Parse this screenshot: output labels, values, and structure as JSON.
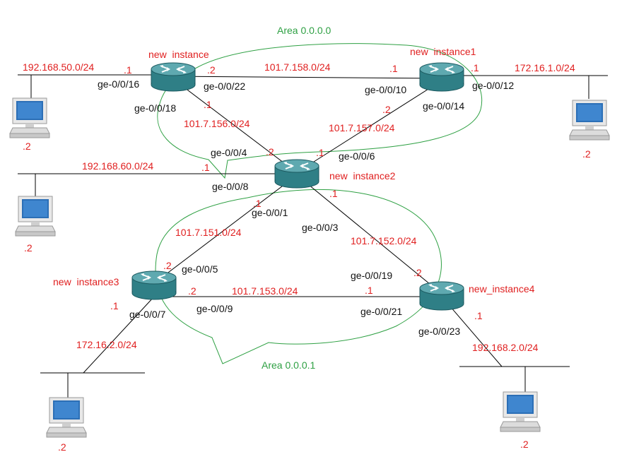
{
  "colors": {
    "net": "#e02020",
    "iface": "#111111",
    "area": "#2ea043",
    "line": "#000000",
    "area_outline": "#2ea043",
    "router_body": "#2f7f86",
    "router_top": "#5fa9b0"
  },
  "areas": {
    "area0": "Area 0.0.0.0",
    "area1": "Area 0.0.0.1"
  },
  "routers": {
    "r0": "new  instance",
    "r1": "new  instance1",
    "r2": "new  instance2",
    "r3": "new  instance3",
    "r4": "new_instance4"
  },
  "networks": {
    "n_50": "192.168.50.0/24",
    "n_158": "101.7.158.0/24",
    "n_172_1": "172.16.1.0/24",
    "n_156": "101.7.156.0/24",
    "n_157": "101.7.157.0/24",
    "n_60": "192.168.60.0/24",
    "n_151": "101.7.151.0/24",
    "n_152": "101.7.152.0/24",
    "n_153": "101.7.153.0/24",
    "n_172_2": "172.16.2.0/24",
    "n_2": "192.168.2.0/24"
  },
  "interfaces": {
    "r0_g16": "ge-0/0/16",
    "r0_g22": "ge-0/0/22",
    "r0_g18": "ge-0/0/18",
    "r1_g10": "ge-0/0/10",
    "r1_g12": "ge-0/0/12",
    "r1_g14": "ge-0/0/14",
    "r2_g4": "ge-0/0/4",
    "r2_g6": "ge-0/0/6",
    "r2_g8": "ge-0/0/8",
    "r2_g1": "ge-0/0/1",
    "r2_g3": "ge-0/0/3",
    "r3_g5": "ge-0/0/5",
    "r3_g7": "ge-0/0/7",
    "r3_g9": "ge-0/0/9",
    "r4_g19": "ge-0/0/19",
    "r4_g21": "ge-0/0/21",
    "r4_g23": "ge-0/0/23"
  },
  "host_octets": {
    "h_r0_50": ".1",
    "h_r0_158": ".2",
    "h_r1_158": ".1",
    "h_r1_172": ".1",
    "h_r0_156": ".1",
    "h_r2_156": ".2",
    "h_r1_157": ".2",
    "h_r2_157": ".1",
    "h_r2_60": ".1",
    "h_r2_151": ".1",
    "h_r2_152": ".1",
    "h_r3_151": ".2",
    "h_r4_152": ".2",
    "h_r3_153": ".2",
    "h_r4_153": ".1",
    "h_r3_172": ".1",
    "h_r4_2": ".1",
    "pc1": ".2",
    "pc2": ".2",
    "pc3": ".2",
    "pc4": ".2",
    "pc5": ".2"
  }
}
